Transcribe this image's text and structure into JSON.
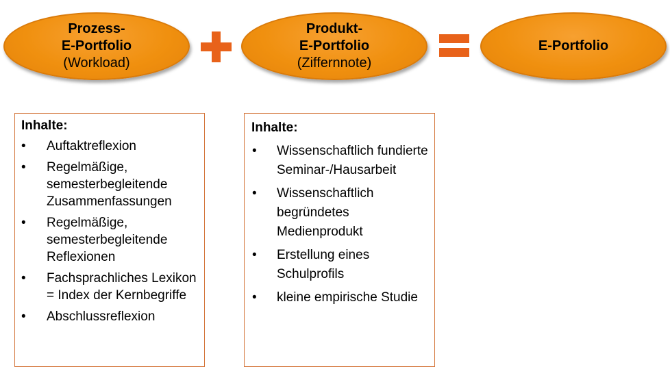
{
  "ellipses": [
    {
      "line1": "Prozess-",
      "line2": "E-Portfolio",
      "line3": "(Workload)"
    },
    {
      "line1": "Produkt-",
      "line2": "E-Portfolio",
      "line3": "(Ziffernnote)"
    },
    {
      "line1": "E-Portfolio"
    }
  ],
  "operators": {
    "plus": "+",
    "equals": "="
  },
  "boxes": [
    {
      "title": "Inhalte:",
      "items": [
        "Auftaktreflexion",
        "Regelmäßige, semesterbegleitende Zusammenfassungen",
        "Regelmäßige, semesterbegleitende Reflexionen",
        "Fachsprachliches Lexikon = Index der Kernbegriffe",
        "Abschlussreflexion"
      ]
    },
    {
      "title": "Inhalte:",
      "items": [
        "Wissenschaftlich fundierte Seminar-/Hausarbeit",
        "Wissenschaftlich begründetes Medienprodukt",
        "Erstellung eines Schulprofils",
        "kleine empirische Studie"
      ]
    }
  ],
  "colors": {
    "ellipse_fill": "#f0900f",
    "operator": "#e8621a",
    "box_border": "#d4753a"
  }
}
